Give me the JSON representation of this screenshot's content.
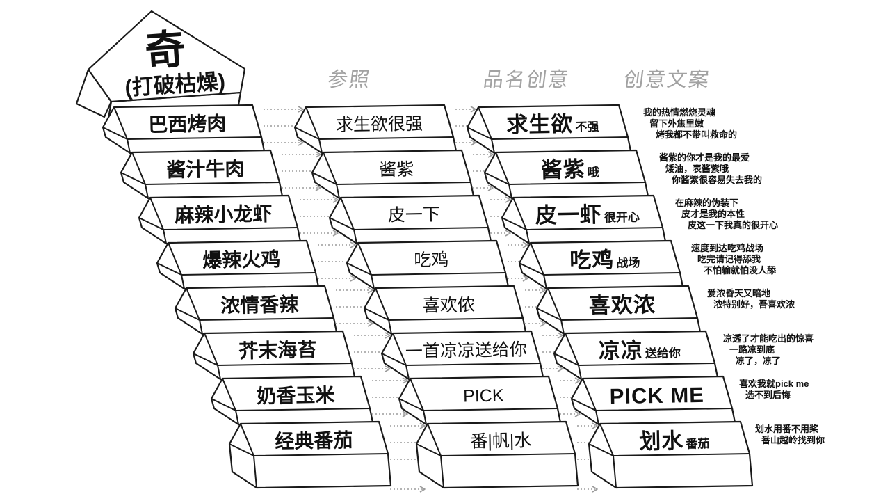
{
  "house": {
    "title": "奇",
    "subtitle": "(打破枯燥)"
  },
  "headers": [
    {
      "label": "参照"
    },
    {
      "label": "品名创意"
    },
    {
      "label": "创意文案"
    }
  ],
  "colors": {
    "ink": "#1a1a1a",
    "box_fill": "#ffffff",
    "arrow": "#9b9b9b",
    "header_gray": "#a2a2a2"
  },
  "rows": [
    {
      "flavor": "巴西烤肉",
      "reference": "求生欲很强",
      "name_big": "求生欲",
      "name_small": "不强",
      "copy": [
        "我的热情燃烧灵魂",
        "留下外焦里嫩",
        "烤我都不带叫救命的"
      ]
    },
    {
      "flavor": "酱汁牛肉",
      "reference": "酱紫",
      "name_big": "酱紫",
      "name_small": "哦",
      "copy": [
        "酱紫的你才是我的最爱",
        "矮油，表酱紫哦",
        "你酱紫很容易失去我的"
      ]
    },
    {
      "flavor": "麻辣小龙虾",
      "reference": "皮一下",
      "name_big": "皮一虾",
      "name_small": "很开心",
      "copy": [
        "在麻辣的伪装下",
        "皮才是我的本性",
        "皮这一下我真的很开心"
      ]
    },
    {
      "flavor": "爆辣火鸡",
      "reference": "吃鸡",
      "name_big": "吃鸡",
      "name_small": "战场",
      "copy": [
        "速度到达吃鸡战场",
        "吃完请记得舔我",
        "不怕输就怕没人舔"
      ]
    },
    {
      "flavor": "浓情香辣",
      "reference": "喜欢侬",
      "name_big": "喜欢浓",
      "name_small": "",
      "copy": [
        "爱浓昏天又暗地",
        "浓特别好，吾喜欢浓"
      ]
    },
    {
      "flavor": "芥末海苔",
      "reference": "一首凉凉送给你",
      "name_big": "凉凉",
      "name_small": "送给你",
      "copy": [
        "凉透了才能吃出的惊喜",
        "一路凉到底",
        "凉了，凉了"
      ]
    },
    {
      "flavor": "奶香玉米",
      "reference": "PICK",
      "name_big": "PICK ME",
      "name_small": "",
      "copy": [
        "喜欢我就pick me",
        "选不到后悔"
      ]
    },
    {
      "flavor": "经典番茄",
      "reference": "番|帆|水",
      "name_big": "划水",
      "name_small": "番茄",
      "copy": [
        "划水用番不用桨",
        "番山越岭找到你"
      ]
    }
  ]
}
